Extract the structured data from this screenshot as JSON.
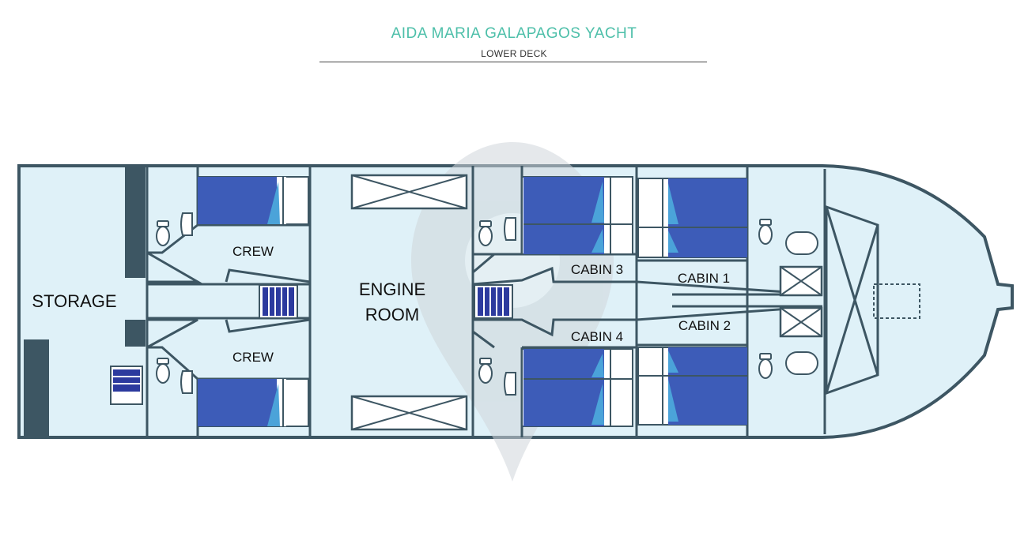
{
  "header": {
    "title": "AIDA MARIA GALAPAGOS YACHT",
    "subtitle": "LOWER DECK"
  },
  "rooms": {
    "storage": "STORAGE",
    "crew_top": "CREW",
    "crew_bottom": "CREW",
    "engine_line1": "ENGINE",
    "engine_line2": "ROOM",
    "cabin1": "CABIN 1",
    "cabin2": "CABIN 2",
    "cabin3": "CABIN 3",
    "cabin4": "CABIN 4"
  },
  "colors": {
    "title": "#4dbfa9",
    "floor": "#dff1f8",
    "wall": "#3d5663",
    "bed": "#3d5cb8",
    "pillow": "#4ba3d9",
    "stairs": "#2c3a9e",
    "watermark": "#cfd6da"
  },
  "icons": [
    "bed-icon",
    "toilet-icon",
    "sink-icon",
    "stairs-icon",
    "hatch-icon",
    "storage-box-icon"
  ]
}
